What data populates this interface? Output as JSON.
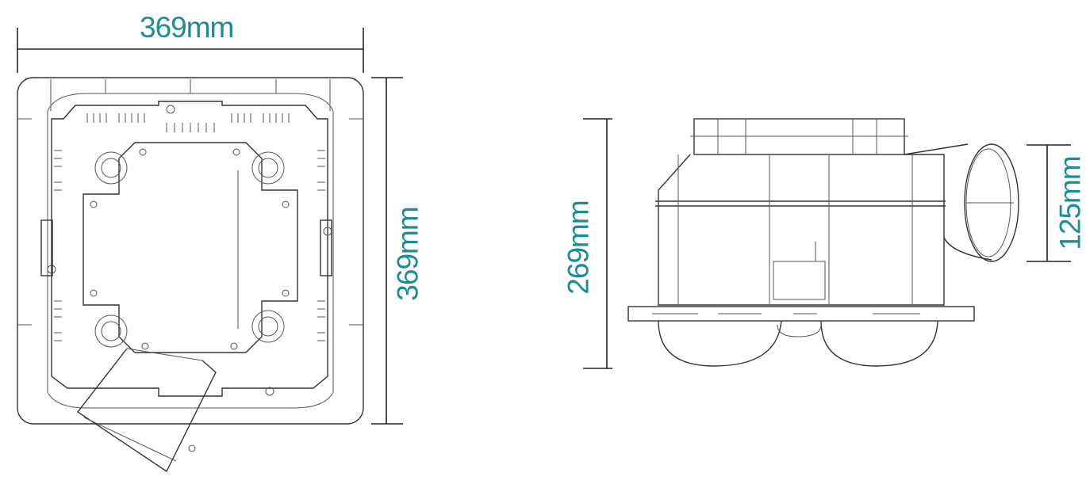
{
  "dimensions": {
    "top_width": "369mm",
    "top_depth": "369mm",
    "side_height": "269mm",
    "duct_diameter": "125mm"
  },
  "colors": {
    "dimension_text": "#1a8c96",
    "line": "#333333"
  }
}
